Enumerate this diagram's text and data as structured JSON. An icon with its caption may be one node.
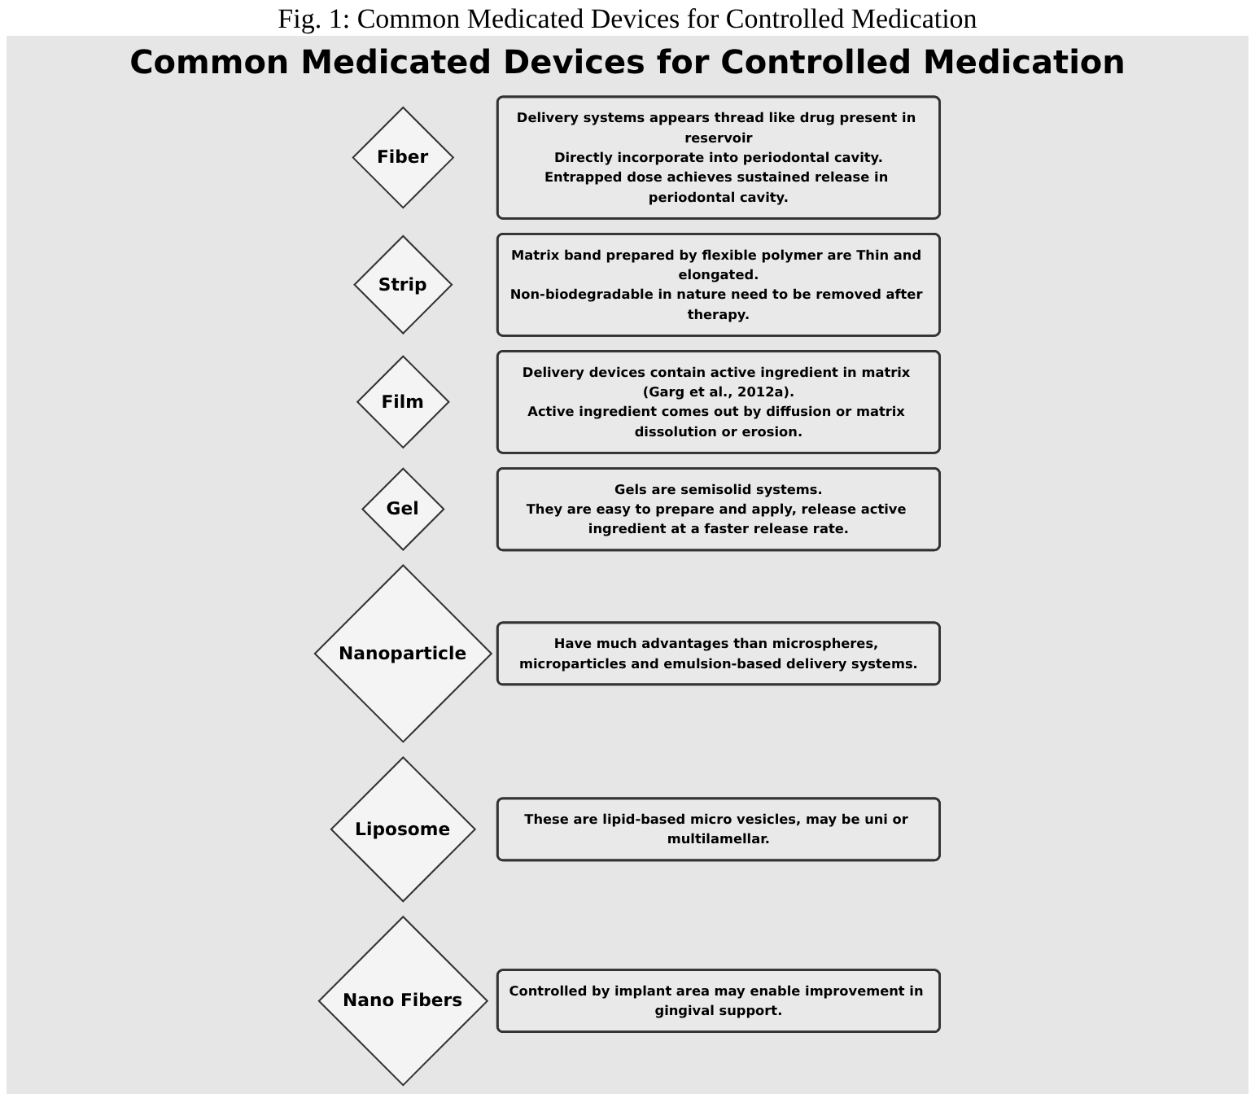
{
  "diagram": {
    "caption": "Fig. 1: Common Medicated Devices for Controlled Medication",
    "title": "Common Medicated Devices for Controlled Medication",
    "nodes": [
      {
        "text": [
          "Fiber"
        ]
      },
      {
        "text": [
          "Delivery systems appears thread like drug present in reservoir",
          "Directly incorporate into periodontal cavity.",
          "Entrapped dose achieves sustained release in periodontal cavity."
        ]
      },
      {
        "text": [
          "Strip"
        ]
      },
      {
        "text": [
          "Matrix band prepared by flexible polymer are Thin and elongated.",
          "Non-biodegradable in nature need to be removed after therapy."
        ]
      },
      {
        "text": [
          "Film"
        ]
      },
      {
        "text": [
          "Delivery devices contain active ingredient in matrix (Garg et al., 2012a).",
          "Active ingredient comes out by diffusion or matrix dissolution or erosion."
        ]
      },
      {
        "text": [
          "Gel"
        ]
      },
      {
        "text": [
          "Gels are semisolid systems.",
          "They are easy to prepare and apply, release active ingredient at a faster release rate."
        ]
      },
      {
        "text": [
          "Nanoparticle"
        ]
      },
      {
        "text": [
          "Have much advantages than microspheres, microparticles and emulsion-based delivery systems."
        ]
      },
      {
        "text": [
          "Liposome"
        ]
      },
      {
        "text": [
          "These are lipid-based micro vesicles, may be uni or multilamellar."
        ]
      },
      {
        "text": [
          "Nano Fibers"
        ]
      },
      {
        "text": [
          "Controlled by implant area may enable improvement in gingival support."
        ]
      }
    ],
    "edges": []
  }
}
